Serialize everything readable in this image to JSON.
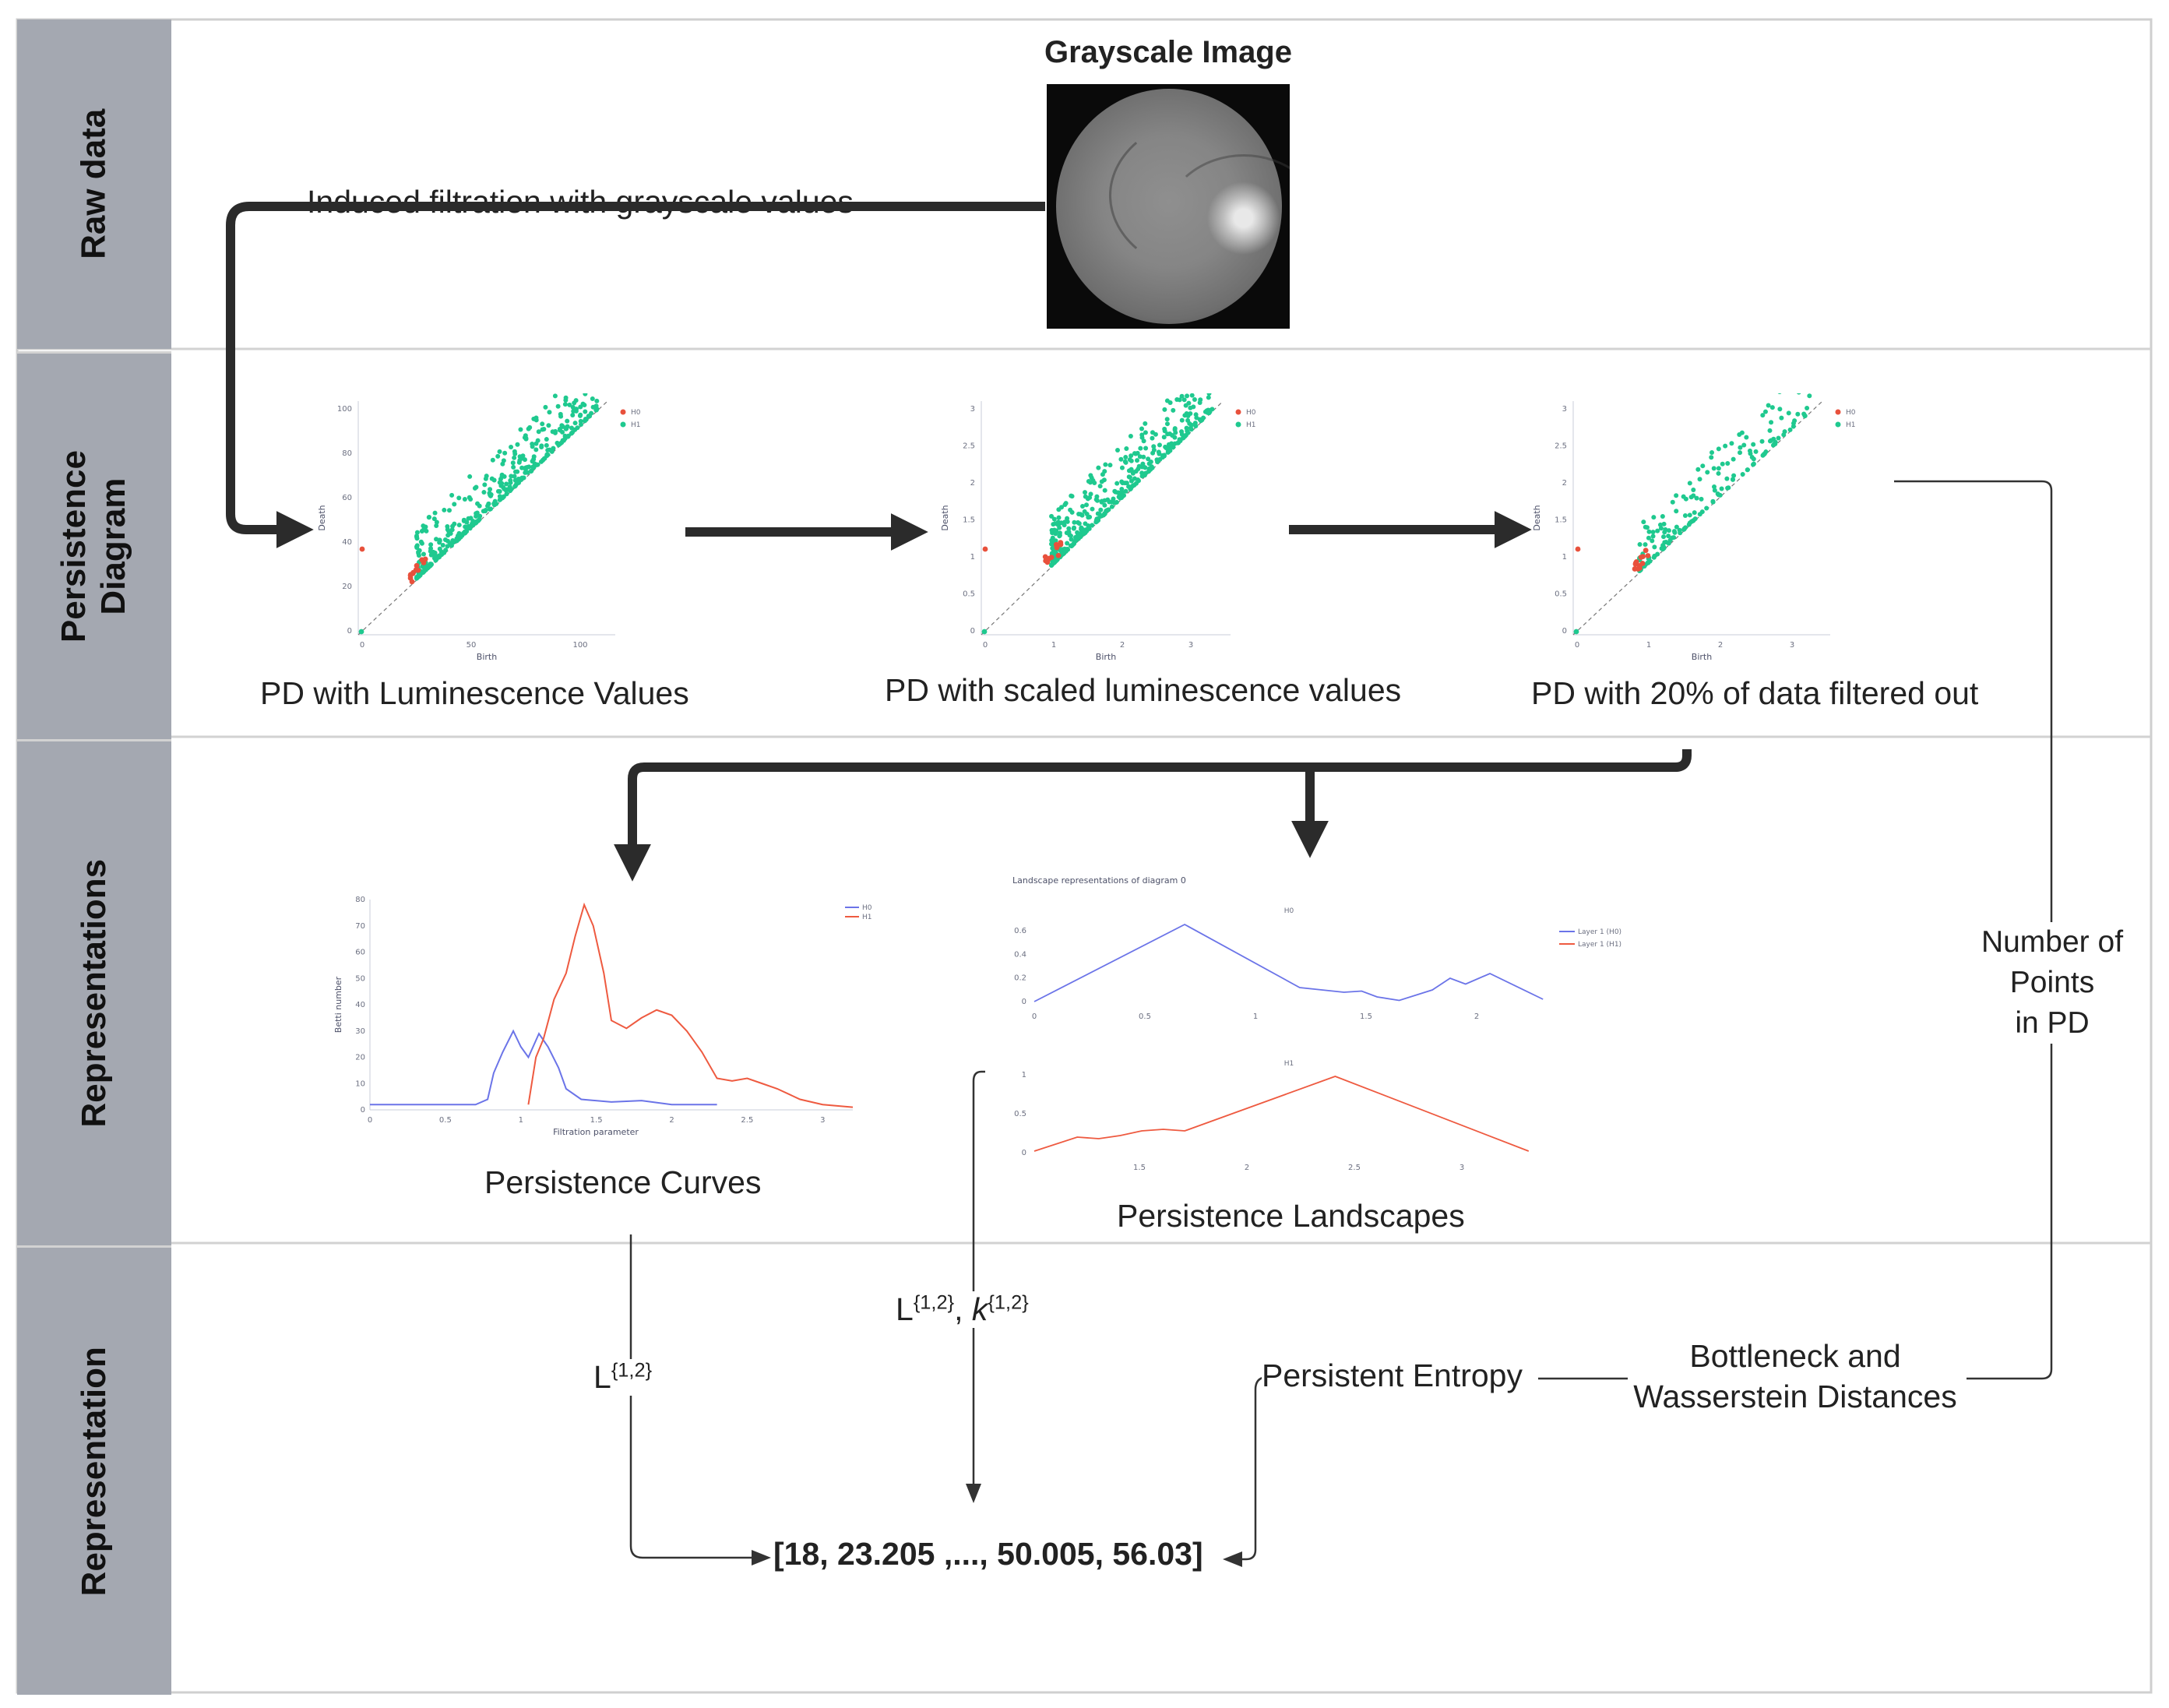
{
  "bands": [
    {
      "label": "Raw data"
    },
    {
      "label": "Persistence\nDiagram"
    },
    {
      "label": "Representations"
    },
    {
      "label": "Representation"
    }
  ],
  "raw": {
    "image_title": "Grayscale Image",
    "filtration_label": "Induced filtration with grayscale values"
  },
  "persistence_diagrams": [
    {
      "caption": "PD with Luminescence Values",
      "xlabel": "Birth",
      "ylabel": "Death",
      "legend": [
        "H0",
        "H1"
      ],
      "y_ticks": [
        "0",
        "20",
        "40",
        "60",
        "80",
        "100"
      ],
      "x_ticks": [
        "0",
        "50",
        "100"
      ]
    },
    {
      "caption": "PD with scaled luminescence values",
      "xlabel": "Birth",
      "ylabel": "Death",
      "legend": [
        "H0",
        "H1"
      ],
      "y_ticks": [
        "0",
        "0.5",
        "1",
        "1.5",
        "2",
        "2.5",
        "3"
      ],
      "x_ticks": [
        "0",
        "1",
        "2",
        "3"
      ]
    },
    {
      "caption": "PD with 20% of data filtered out",
      "xlabel": "Birth",
      "ylabel": "Death",
      "legend": [
        "H0",
        "H1"
      ],
      "y_ticks": [
        "0",
        "0.5",
        "1",
        "1.5",
        "2",
        "2.5",
        "3"
      ],
      "x_ticks": [
        "0",
        "1",
        "2",
        "3"
      ]
    }
  ],
  "curves": {
    "caption": "Persistence Curves",
    "xlabel": "Filtration parameter",
    "ylabel": "Betti number",
    "legend": [
      "H0",
      "H1"
    ],
    "y_ticks": [
      "0",
      "10",
      "20",
      "30",
      "40",
      "50",
      "60",
      "70",
      "80"
    ],
    "x_ticks": [
      "0",
      "0.5",
      "1",
      "1.5",
      "2",
      "2.5",
      "3"
    ]
  },
  "landscapes": {
    "caption": "Persistence Landscapes",
    "title": "Landscape representations of diagram 0",
    "h0_title": "H0",
    "h1_title": "H1",
    "legend": [
      "Layer 1 (H0)",
      "Layer 1 (H1)"
    ],
    "h0_y_ticks": [
      "0",
      "0.2",
      "0.4",
      "0.6"
    ],
    "h0_x_ticks": [
      "0",
      "0.5",
      "1",
      "1.5",
      "2"
    ],
    "h1_y_ticks": [
      "0",
      "0.5",
      "1"
    ],
    "h1_x_ticks": [
      "1.5",
      "2",
      "2.5",
      "3"
    ]
  },
  "labels": {
    "number_of_points": [
      "Number of",
      "Points",
      "in PD"
    ],
    "l12": "L",
    "l12_sup": "{1,2}",
    "lk_l": "L",
    "lk_k": "k",
    "lk_sup": "{1,2}",
    "lk_sep": ", ",
    "persistent_entropy": "Persistent Entropy",
    "bottleneck": [
      "Bottleneck and",
      "Wasserstein Distances"
    ],
    "vector": "[18, 23.205 ,..., 50.005, 56.03]"
  },
  "colors": {
    "band_label_bg": "#a4a8b1",
    "h0_points": "#e8513c",
    "h1_points": "#1fc98f",
    "h0_curve": "#6b74e8",
    "h1_curve": "#ee5a40",
    "arrow": "#2b2b2b"
  }
}
